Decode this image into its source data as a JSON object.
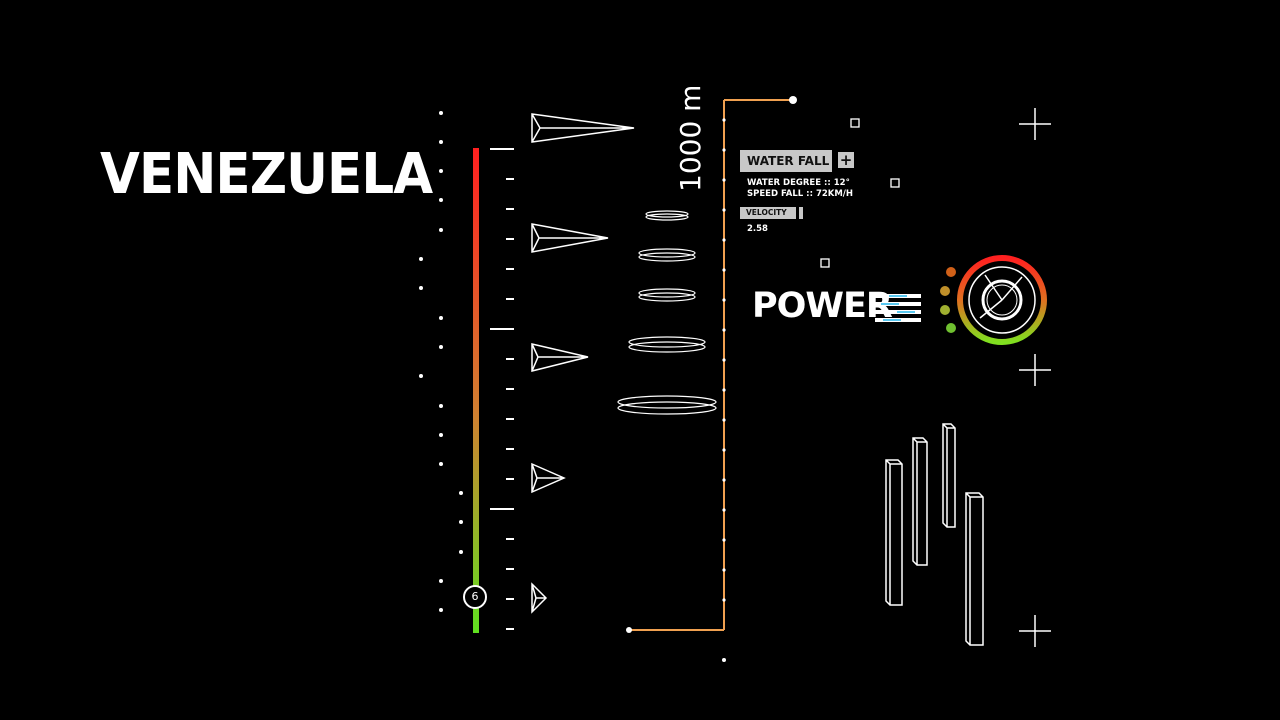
{
  "title": "VENEZUELA",
  "height_label": "1000 m",
  "info_panel": {
    "waterfall_button": "WATER FALL",
    "plus_symbol": "+",
    "water_degree": "WATER DEGREE :: 12°",
    "speed_fall": "SPEED FALL :: 72KM/H",
    "velocity_label": "VELOCITY",
    "velocity_value": "2.58"
  },
  "power_label": "POWER",
  "level_indicator": "6",
  "colors": {
    "background": "#000000",
    "gauge_top": "#ff2020",
    "gauge_bottom": "#60e020",
    "accent_orange": "#f0a050",
    "power_bar_cyan": "#58c8f0",
    "status_dots": [
      "#d06018",
      "#c0902a",
      "#a0b030",
      "#70c030"
    ]
  },
  "icons": [
    "plus-icon",
    "power-bars-icon",
    "power-dial-icon",
    "crosshair-icon",
    "paper-plane-icon",
    "disc-icon"
  ]
}
